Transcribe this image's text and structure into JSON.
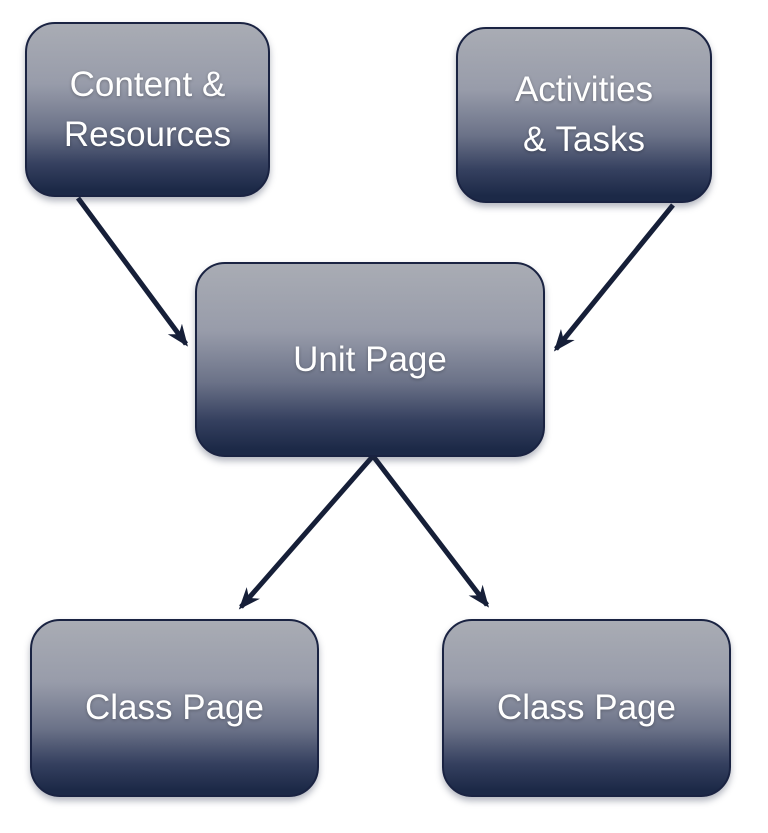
{
  "diagram": {
    "type": "flowchart",
    "colors": {
      "bg": "#ffffff",
      "node-top": "#a9acb4",
      "node-mid": "#989caa",
      "node-low": "#6b7288",
      "node-deep": "#35405f",
      "node-bottom": "#1c2947",
      "node-border": "#1a2342",
      "arrow": "#161f38",
      "text": "#ffffff"
    },
    "nodes": [
      {
        "id": "content-resources",
        "label": "Content & Resources",
        "lines": [
          "Content &",
          "Resources"
        ]
      },
      {
        "id": "activities-tasks",
        "label": "Activities & Tasks",
        "lines": [
          "Activities",
          "& Tasks"
        ]
      },
      {
        "id": "unit-page",
        "label": "Unit Page",
        "lines": [
          "Unit Page"
        ]
      },
      {
        "id": "class-page-left",
        "label": "Class Page",
        "lines": [
          "Class Page"
        ]
      },
      {
        "id": "class-page-right",
        "label": "Class Page",
        "lines": [
          "Class Page"
        ]
      }
    ],
    "edges": [
      {
        "from": "content-resources",
        "to": "unit-page"
      },
      {
        "from": "activities-tasks",
        "to": "unit-page"
      },
      {
        "from": "unit-page",
        "to": "class-page-left"
      },
      {
        "from": "unit-page",
        "to": "class-page-right"
      }
    ]
  }
}
